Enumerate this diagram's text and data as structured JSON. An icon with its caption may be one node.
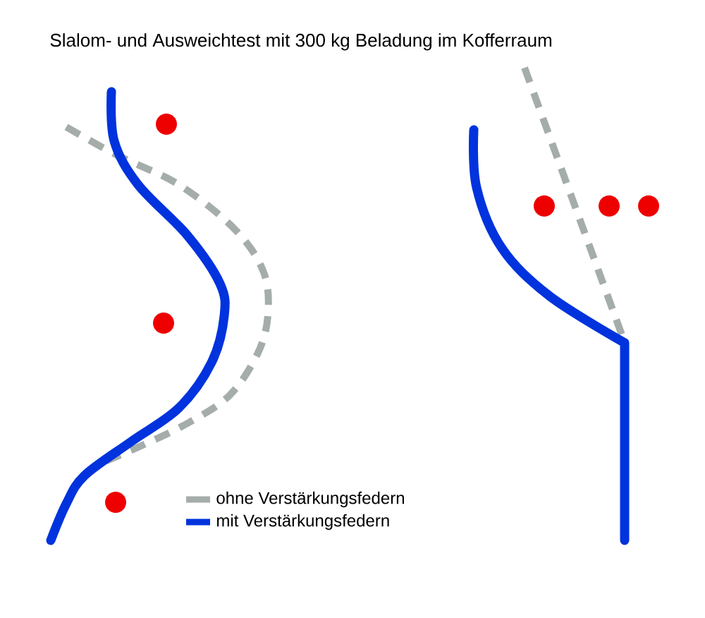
{
  "diagram": {
    "title": "Slalom- und Ausweichtest mit 300 kg Beladung im Kofferraum",
    "legend": [
      {
        "text": "ohne Verstärkungsfedern"
      },
      {
        "text": "mit Verstärkungsfedern"
      }
    ]
  }
}
